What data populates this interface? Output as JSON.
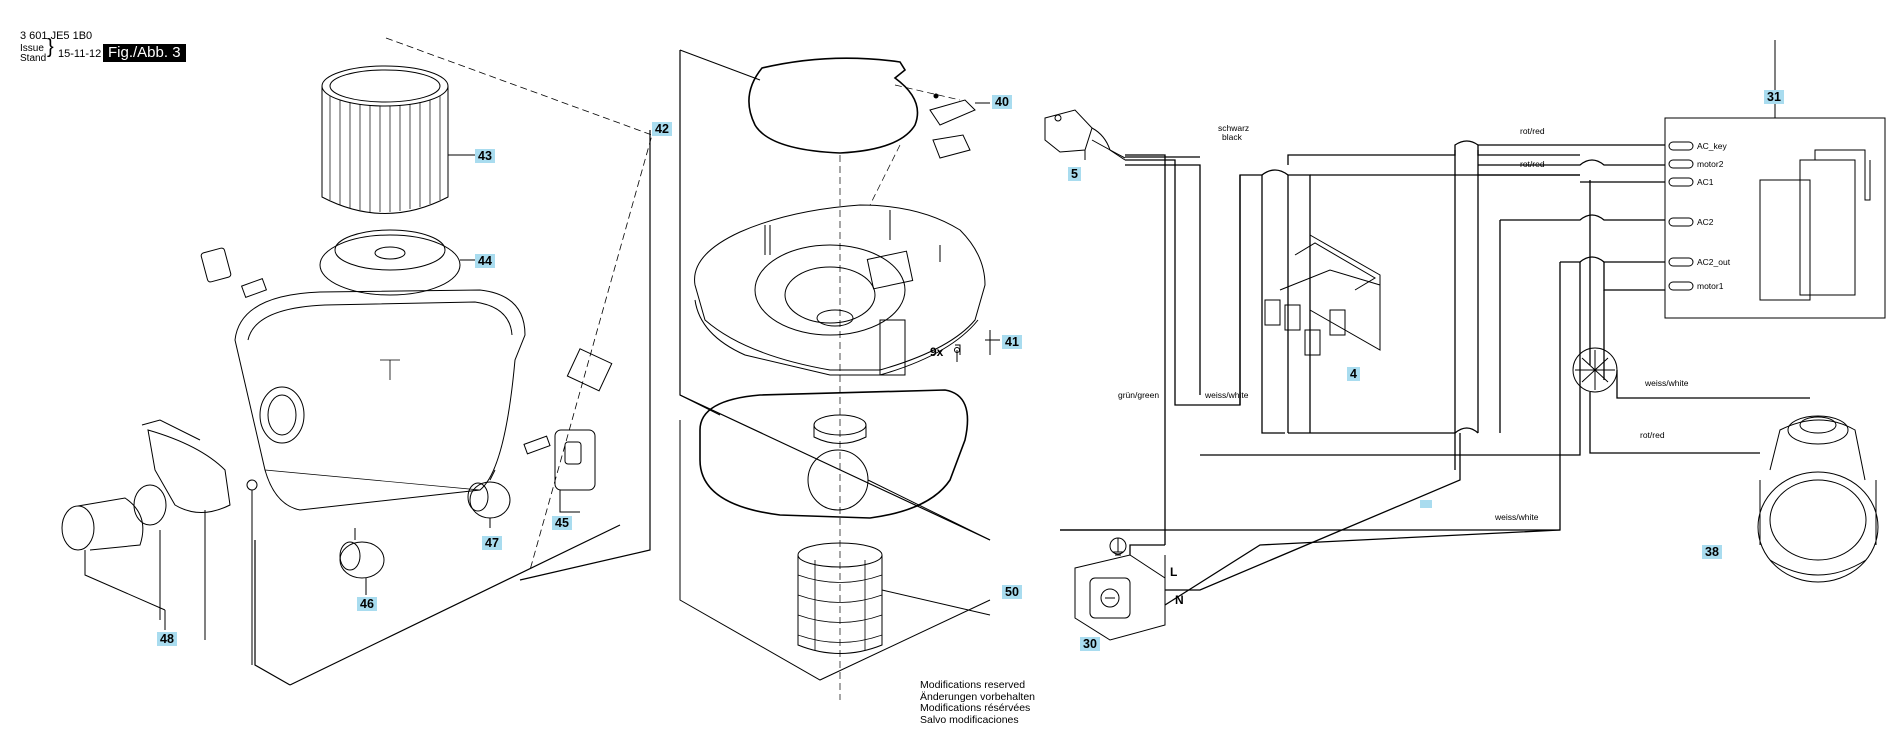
{
  "header": {
    "part_number": "3 601 JE5 1B0",
    "issue_label": "Issue",
    "stand_label": "Stand",
    "date": "15-11-12",
    "figure": "Fig./Abb. 3"
  },
  "callouts": {
    "c43": "43",
    "c44": "44",
    "c48": "48",
    "c46": "46",
    "c47": "47",
    "c45": "45",
    "c42": "42",
    "c40": "40",
    "c41": "41",
    "c50": "50",
    "c5": "5",
    "c4": "4",
    "c30": "30",
    "c31": "31",
    "c38": "38"
  },
  "quantity_label": "9x",
  "wire_labels": {
    "schwarz": "schwarz",
    "black": "black",
    "rot_red_1": "rot/red",
    "rot_red_2": "rot/red",
    "rot_red_3": "rot/red",
    "gruen_green": "grün/green",
    "weiss_white_1": "weiss/white",
    "weiss_white_2": "weiss/white",
    "weiss_white_3": "weiss/white",
    "L": "L",
    "N": "N"
  },
  "pcb_pins": [
    "AC_key",
    "motor2",
    "AC1",
    "AC2",
    "AC2_out",
    "motor1"
  ],
  "notes": [
    "Modifications reserved",
    "Änderungen vorbehalten",
    "Modifications résérvées",
    "Salvo modificaciones"
  ],
  "colors": {
    "callout_bg": "#a9dcef",
    "line": "#000000",
    "figure_bg": "#000000"
  }
}
